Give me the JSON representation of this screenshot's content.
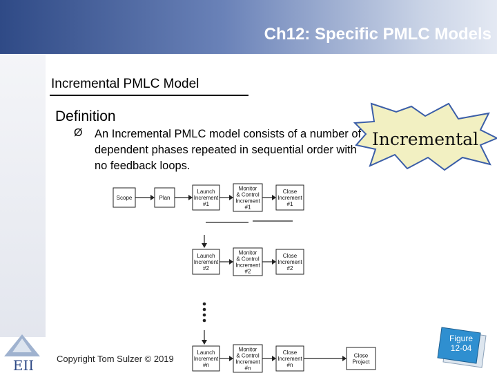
{
  "header": {
    "title": "Ch12: Specific PMLC Models"
  },
  "slide": {
    "subtitle": "Incremental PMLC Model",
    "definition_heading": "Definition",
    "bullet": "An Incremental PMLC model consists of a number of dependent phases repeated in sequential order with no feedback loops.",
    "bullet_marker": "Ø",
    "burst_label": "Incremental",
    "copyright": "Copyright Tom Sulzer © 2019"
  },
  "diagram": {
    "row1": [
      {
        "lines": [
          "Scope"
        ]
      },
      {
        "lines": [
          "Plan"
        ]
      },
      {
        "lines": [
          "Launch",
          "Increment",
          "#1"
        ]
      },
      {
        "lines": [
          "Monitor",
          "& Control",
          "Increment",
          "#1"
        ]
      },
      {
        "lines": [
          "Close",
          "Increment",
          "#1"
        ]
      }
    ],
    "row2": [
      {
        "lines": [
          "Launch",
          "Increment",
          "#2"
        ]
      },
      {
        "lines": [
          "Monitor",
          "& Control",
          "Increment",
          "#2"
        ]
      },
      {
        "lines": [
          "Close",
          "Increment",
          "#2"
        ]
      }
    ],
    "row3": [
      {
        "lines": [
          "Launch",
          "Increment",
          "#n"
        ]
      },
      {
        "lines": [
          "Monitor",
          "& Control",
          "Increment",
          "#n"
        ]
      },
      {
        "lines": [
          "Close",
          "Increment",
          "#n"
        ]
      },
      {
        "lines": [
          "Close",
          "Project"
        ]
      }
    ]
  },
  "figure_label": {
    "line1": "Figure",
    "line2": "12-04"
  },
  "logo": {
    "text": "EII"
  },
  "colors": {
    "banner_dark": "#2f4a86",
    "burst_fill": "#f2f0c2",
    "burst_edge": "#3b5ea8",
    "figure_fill": "#2f8fd0"
  }
}
